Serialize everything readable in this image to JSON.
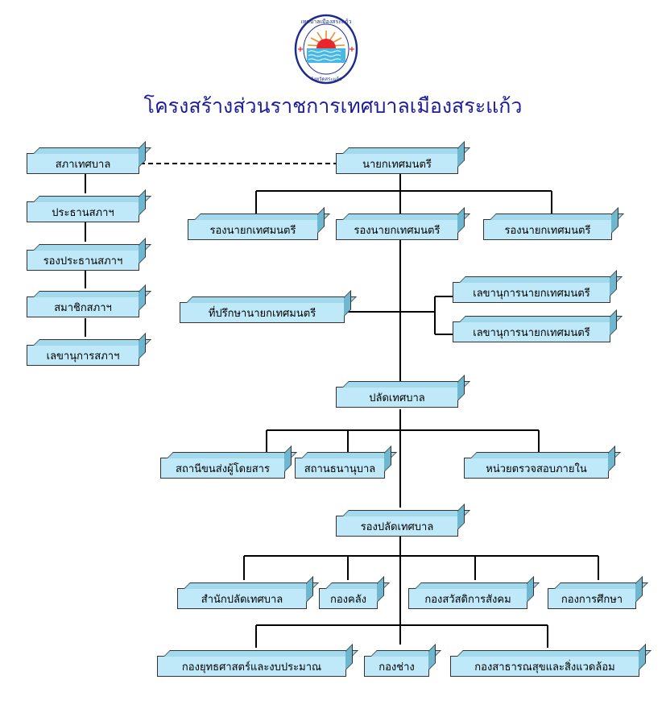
{
  "title": "โครงสร้างส่วนราชการเทศบาลเมืองสระแก้ว",
  "logo": {
    "top_text": "เทศบาลเมืองสระแก้ว",
    "bottom_text": "จังหวัดสระแก้ว",
    "colors": {
      "ring": "#1b2a8f",
      "sun": "#e8262b",
      "water": "#46b8e6",
      "rays": "#f08a2a"
    }
  },
  "colors": {
    "box_front": "#bfe9f8",
    "box_top": "#a3d9ec",
    "box_side": "#6fb7cf",
    "line": "#000000"
  },
  "council": {
    "council": "สภาเทศบาล",
    "chair": "ประธานสภาฯ",
    "vice_chair": "รองประธานสภาฯ",
    "members": "สมาชิกสภาฯ",
    "secretary": "เลขานุการสภาฯ"
  },
  "executive": {
    "mayor": "นายกเทศมนตรี",
    "deputies": [
      "รองนายกเทศมนตรี",
      "รองนายกเทศมนตรี",
      "รองนายกเทศมนตรี"
    ],
    "advisor": "ที่ปรึกษานายกเทศมนตรี",
    "secretaries": [
      "เลขานุการนายกเทศมนตรี",
      "เลขานุการนายกเทศมนตรี"
    ]
  },
  "clerk": {
    "clerk": "ปลัดเทศบาล",
    "units": [
      "สถานีขนส่งผู้โดยสาร",
      "สถานธนานุบาล",
      "หน่วยตรวจสอบภายใน"
    ],
    "deputy_clerk": "รองปลัดเทศบาล"
  },
  "divisions_row1": [
    "สำนักปลัดเทศบาล",
    "กองคลัง",
    "กองสวัสดิการสังคม",
    "กองการศึกษา"
  ],
  "divisions_row2": [
    "กองยุทธศาสตร์และงบประมาณ",
    "กองช่าง",
    "กองสาธารณสุขและสิ่งแวดล้อม"
  ]
}
